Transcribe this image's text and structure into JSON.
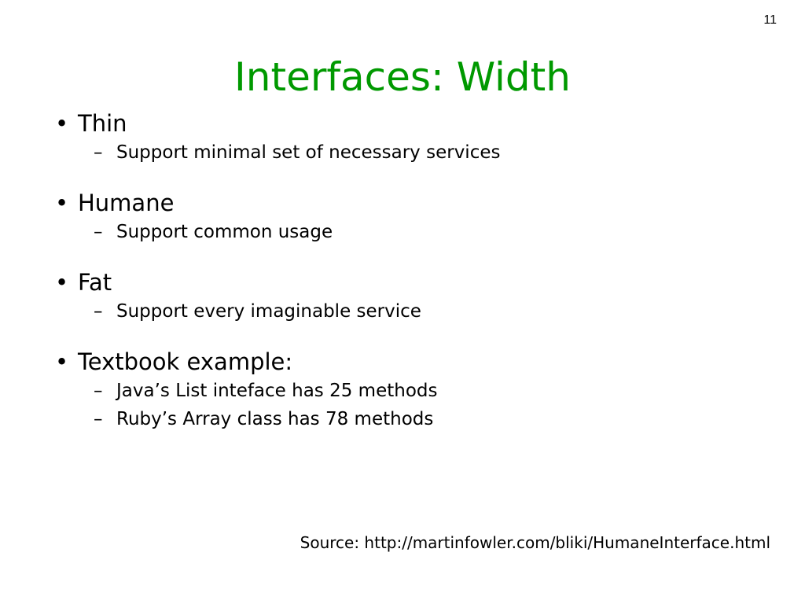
{
  "slide": {
    "page_number": "11",
    "title": "Interfaces: Width",
    "bullets": [
      {
        "label": "Thin",
        "subs": [
          "Support minimal set of necessary services"
        ]
      },
      {
        "label": "Humane",
        "subs": [
          "Support common usage"
        ]
      },
      {
        "label": "Fat",
        "subs": [
          "Support every imaginable service"
        ]
      },
      {
        "label": "Textbook example:",
        "subs": [
          "Java’s List inteface has 25 methods",
          "Ruby’s Array class has 78 methods"
        ]
      }
    ],
    "source": "Source: http://martinfowler.com/bliki/HumaneInterface.html"
  },
  "colors": {
    "title": "#009900",
    "text": "#000000",
    "background": "#ffffff"
  }
}
